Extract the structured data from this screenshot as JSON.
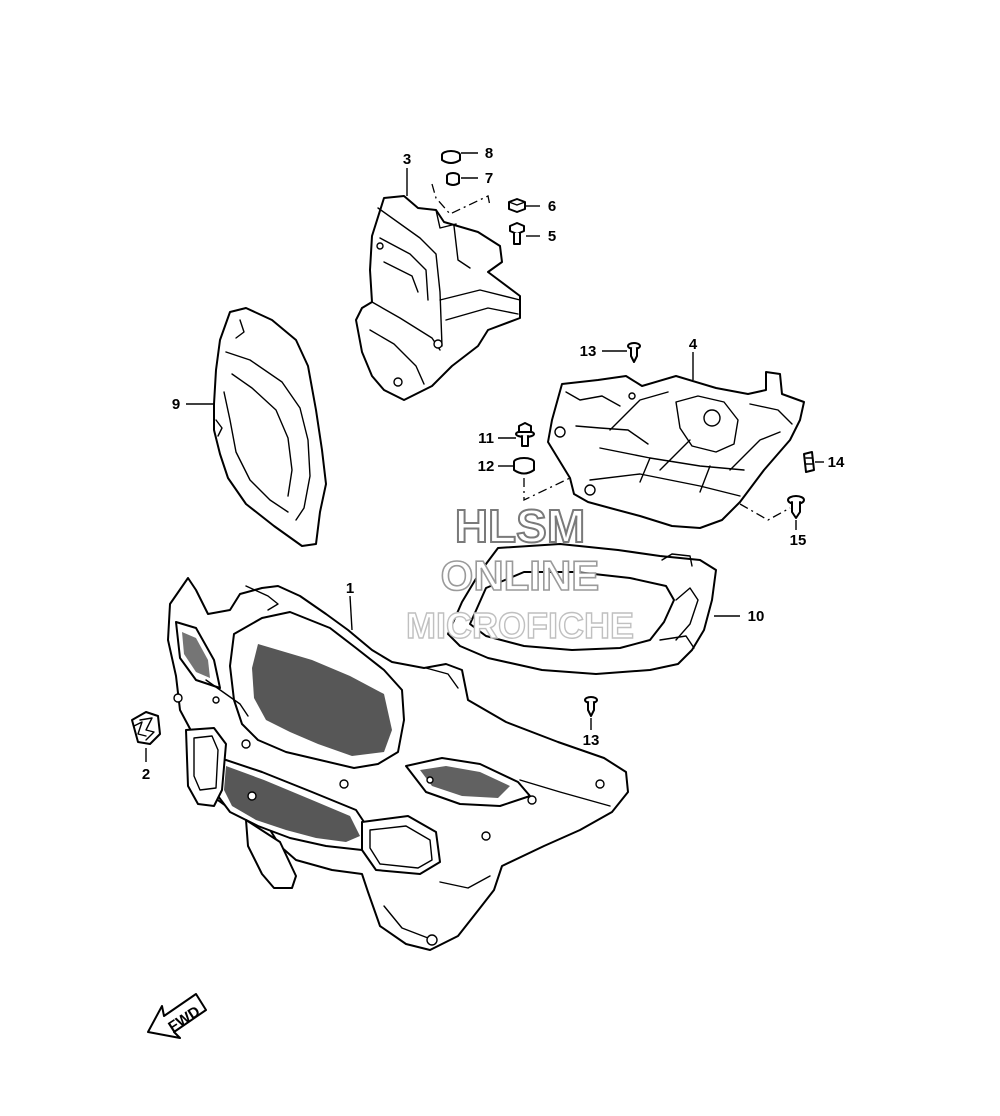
{
  "callouts": [
    {
      "id": "c1",
      "label": "1"
    },
    {
      "id": "c2",
      "label": "2"
    },
    {
      "id": "c3",
      "label": "3"
    },
    {
      "id": "c4",
      "label": "4"
    },
    {
      "id": "c5",
      "label": "5"
    },
    {
      "id": "c6",
      "label": "6"
    },
    {
      "id": "c7",
      "label": "7"
    },
    {
      "id": "c8",
      "label": "8"
    },
    {
      "id": "c9",
      "label": "9"
    },
    {
      "id": "c10",
      "label": "10"
    },
    {
      "id": "c11",
      "label": "11"
    },
    {
      "id": "c12",
      "label": "12"
    },
    {
      "id": "c13a",
      "label": "13"
    },
    {
      "id": "c13b",
      "label": "13"
    },
    {
      "id": "c14",
      "label": "14"
    },
    {
      "id": "c15",
      "label": "15"
    }
  ],
  "watermark": {
    "line1": "HLSM",
    "line2": "ONLINE",
    "line3": "MICROFICHE"
  },
  "fwd_arrow": {
    "label": "FWD"
  }
}
